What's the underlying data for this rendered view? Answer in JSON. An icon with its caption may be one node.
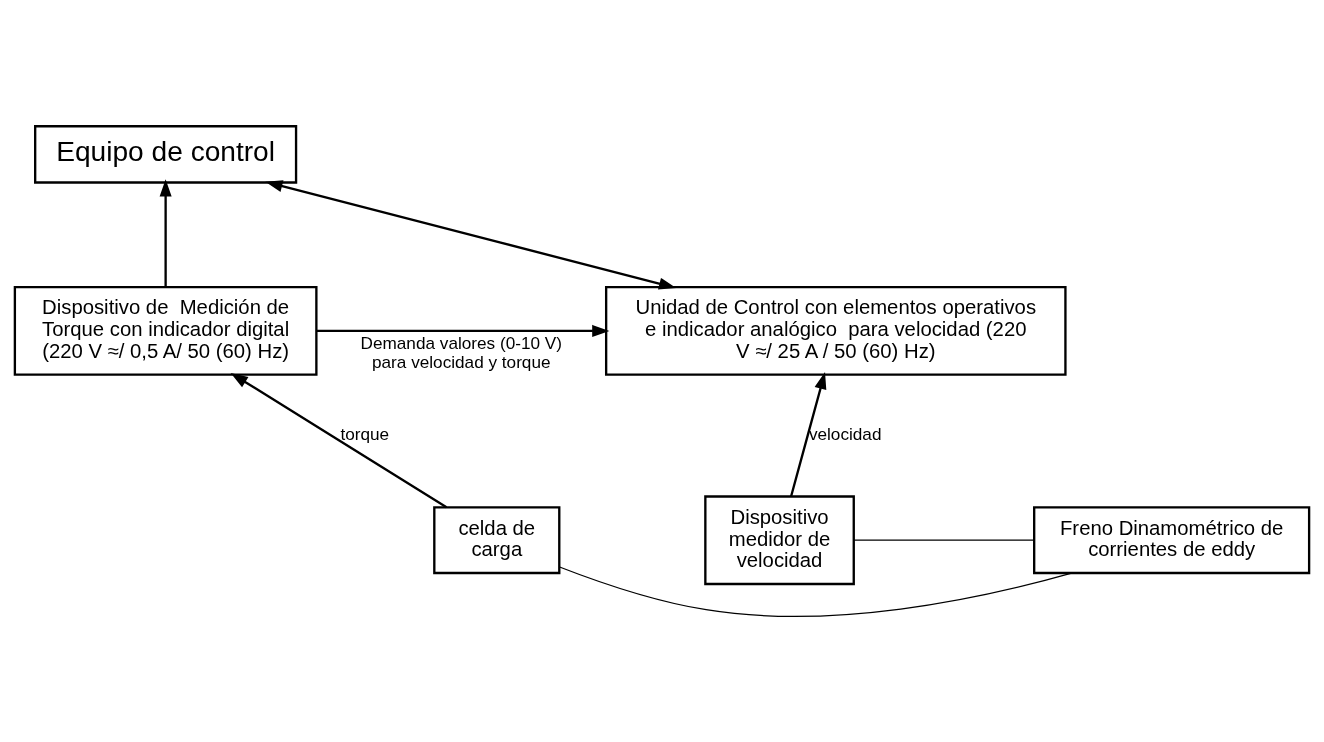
{
  "diagram": {
    "nodes": [
      {
        "text": [
          "Equipo de control"
        ]
      },
      {
        "text": [
          "Dispositivo de  Medición de Torque con indicador digital (220 V ≈/ 0,5 A/ 50 (60) Hz)"
        ]
      },
      {
        "text": [
          "Unidad de Control con elementos operativos e indicador analógico  para velocidad (220 V ≈/ 25 A / 50 (60) Hz)"
        ]
      },
      {
        "text": [
          "Dispositivo medidor de velocidad"
        ]
      },
      {
        "text": [
          "Freno Dinamométrico de corrientes de eddy"
        ]
      },
      {
        "text": [
          "celda de carga"
        ]
      }
    ],
    "edges": [
      {
        "from": 1,
        "to": 0,
        "arrow": "to"
      },
      {
        "from": 0,
        "to": 2,
        "arrow": "both"
      },
      {
        "from": 1,
        "to": 2,
        "arrow": "to",
        "label": "Demanda valores (0-10 V) para velocidad y torque"
      },
      {
        "from": 3,
        "to": 2,
        "arrow": "to",
        "label": "velocidad"
      },
      {
        "from": 3,
        "to": 4,
        "arrow": "none"
      },
      {
        "from": 5,
        "to": 4,
        "arrow": "none"
      },
      {
        "from": 5,
        "to": 1,
        "arrow": "to",
        "label": "torque"
      }
    ]
  }
}
